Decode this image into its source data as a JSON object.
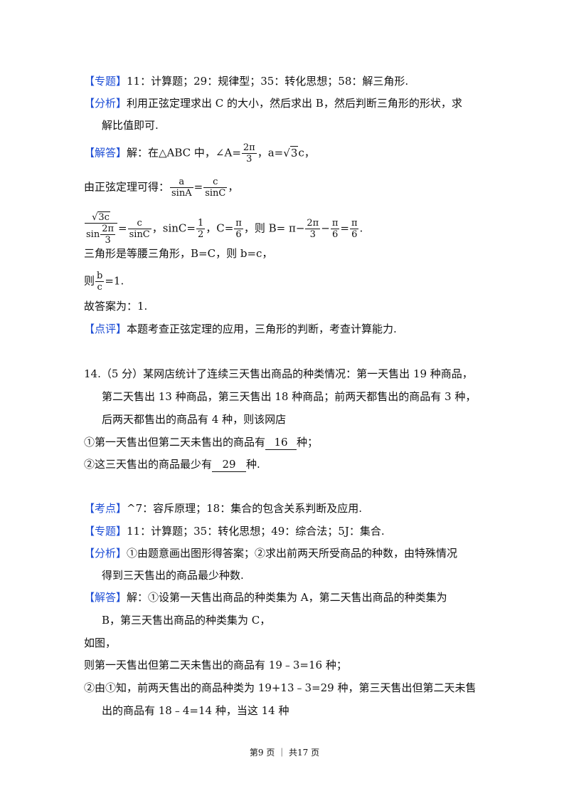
{
  "tags": {
    "zhuanti": "【专题】",
    "fenxi": "【分析】",
    "jieda": "【解答】",
    "dianping": "【点评】",
    "kaodian": "【考点】"
  },
  "prev": {
    "zhuanti_text": "11：计算题；29：规律型；35：转化思想；58：解三角形.",
    "fenxi_text_1": "利用正弦定理求出 C 的大小，然后求出 B，然后判断三角形的形状，求",
    "fenxi_text_2": "解比值即可.",
    "jieda_prefix": "解：在△ABC 中，∠A=",
    "A_num": "2π",
    "A_den": "3",
    "a_eq": "，a=",
    "sqrt_arg": "3",
    "c_end": "c，",
    "law_prefix": "由正弦定理可得：",
    "law_n1": "a",
    "law_d1": "sinA",
    "eq": "=",
    "law_n2": "c",
    "law_d2": "sinC",
    "law_end": "，",
    "step_n1": "3c",
    "step_d1": "sin",
    "step_d1_num": "2π",
    "step_d1_den": "3",
    "step_n2": "c",
    "step_d2": "sinC",
    "sinC_text": "，sinC=",
    "sinC_num": "1",
    "sinC_den": "2",
    "C_text": "，C=",
    "C_num": "π",
    "C_den": "6",
    "B_text": "，则 B= π−",
    "B_n1": "2π",
    "B_d1": "3",
    "minus": "−",
    "B_n2": "π",
    "B_d2": "6",
    "B_n3": "π",
    "B_d3": "6",
    "dot": ".",
    "isosceles": "三角形是等腰三角形，B=C，则 b=c，",
    "ratio_prefix": "则",
    "ratio_num": "b",
    "ratio_den": "c",
    "ratio_end": "=1.",
    "answer": "故答案为：1.",
    "dianping_text": "本题考查正弦定理的应用，三角形的判断，考查计算能力."
  },
  "q14": {
    "line1": "14.（5 分）某网店统计了连续三天售出商品的种类情况：第一天售出 19 种商品，",
    "line2": "第二天售出 13 种商品，第三天售出 18 种商品；前两天都售出的商品有 3 种，",
    "line3": "后两天都售出的商品有 4 种，则该网店",
    "item1_prefix": "①第一天售出但第二天未售出的商品有",
    "item1_answer": "16",
    "item1_suffix": "种；",
    "item2_prefix": "②这三天售出的商品最少有",
    "item2_answer": "29",
    "item2_suffix": "种.",
    "kaodian_text": "^7：容斥原理；18：集合的包含关系判断及应用.",
    "zhuanti_text": "11：计算题；35：转化思想；49：综合法；5J：集合.",
    "fenxi_text_1": "①由题意画出图形得答案；②求出前两天所受商品的种数，由特殊情况",
    "fenxi_text_2": "得到三天售出的商品最少种数.",
    "jieda_text_1": "解：①设第一天售出商品的种类集为 A，第二天售出商品的种类集为",
    "jieda_text_2": "B，第三天售出商品的种类集为 C，",
    "rutu": "如图，",
    "sol1": "则第一天售出但第二天未售出的商品有 19﹣3=16 种；",
    "sol2_1": "②由①知，前两天售出的商品种类为 19+13﹣3=29 种，第三天售出但第二天未售",
    "sol2_2": "出的商品有 18﹣4=14 种，当这 14 种"
  },
  "footer": {
    "text": "第9 页 ｜ 共17 页"
  }
}
